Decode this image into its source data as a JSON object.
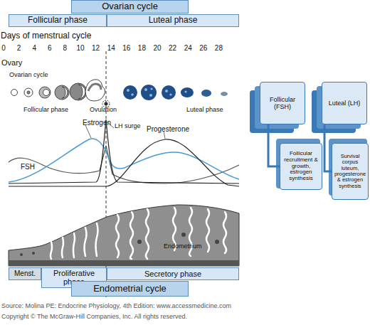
{
  "diagram": {
    "nodes": [
      {
        "text": [
          "Ovarian cycle"
        ]
      },
      {
        "text": [
          "Follicular phase"
        ]
      },
      {
        "text": [
          "Luteal phase"
        ]
      },
      {
        "text": [
          "Follicular (FSH)"
        ]
      },
      {
        "text": [
          "Follicular recruitment & growth, estrogen synthesis"
        ]
      },
      {
        "text": [
          "Luteal (LH)"
        ]
      },
      {
        "text": [
          "Survival corpus luteum, progesterone & estrogen synthesis"
        ]
      },
      {
        "text": [
          "Menst."
        ]
      },
      {
        "text": [
          "Proliferative phase"
        ]
      },
      {
        "text": [
          "Secretory phase"
        ]
      },
      {
        "text": [
          "Endometrial cycle"
        ]
      }
    ],
    "edges": [
      {
        "from": 3,
        "to": 4,
        "arrow": "none"
      },
      {
        "from": 5,
        "to": 6,
        "arrow": "none"
      }
    ],
    "labels": [
      "Days of menstrual cycle",
      "0",
      "2",
      "4",
      "6",
      "8",
      "10",
      "12",
      "14",
      "16",
      "18",
      "20",
      "22",
      "24",
      "26",
      "28",
      "Ovary",
      "Ovarian cycle",
      "Follicular phase",
      "Ovulation",
      "Luteal phase",
      "Estrogen",
      "LH surge",
      "Progesterone",
      "FSH",
      "Endometrium",
      "Source: Molina PE: Endocrine Physiology, 4th Edition: www.accessmedicine.com",
      "Copyright © The McGraw-Hill Companies, Inc. All rights reserved."
    ]
  }
}
